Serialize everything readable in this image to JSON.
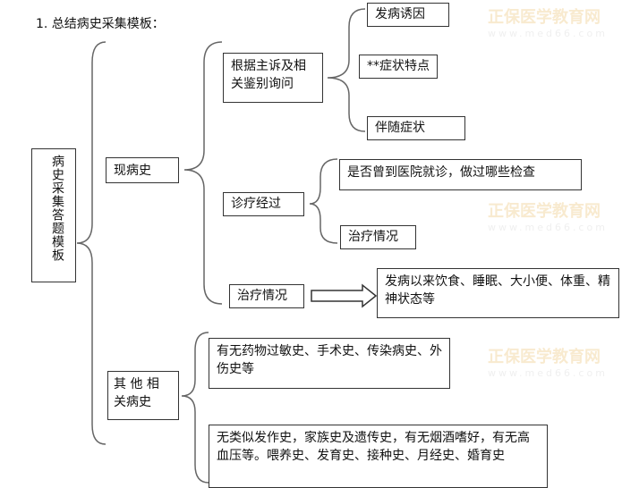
{
  "title": "1. 总结病史采集模板：",
  "root": "病史采集答题模板",
  "present": {
    "label": "现病史",
    "inquiry": {
      "label": "根据主诉及相关鉴别询问",
      "items": [
        "发病诱因",
        "**症状特点",
        "伴随症状"
      ]
    },
    "treatment_process": {
      "label": "诊疗经过",
      "items": [
        "是否曾到医院就诊，做过哪些检查",
        "治疗情况"
      ]
    },
    "treatment_status": {
      "label": "治疗情况",
      "detail": "发病以来饮食、睡眠、大小便、体重、精神状态等"
    }
  },
  "other": {
    "label": "其 他 相 关病史",
    "items": [
      "有无药物过敏史、手术史、传染病史、外伤史等",
      "无类似发作史，家族史及遗传史，有无烟酒嗜好，有无高血压等。喂养史、发育史、接种史、月经史、婚育史"
    ]
  },
  "watermark": {
    "brand": "正保医学教育网",
    "url": "www.med66.com"
  }
}
